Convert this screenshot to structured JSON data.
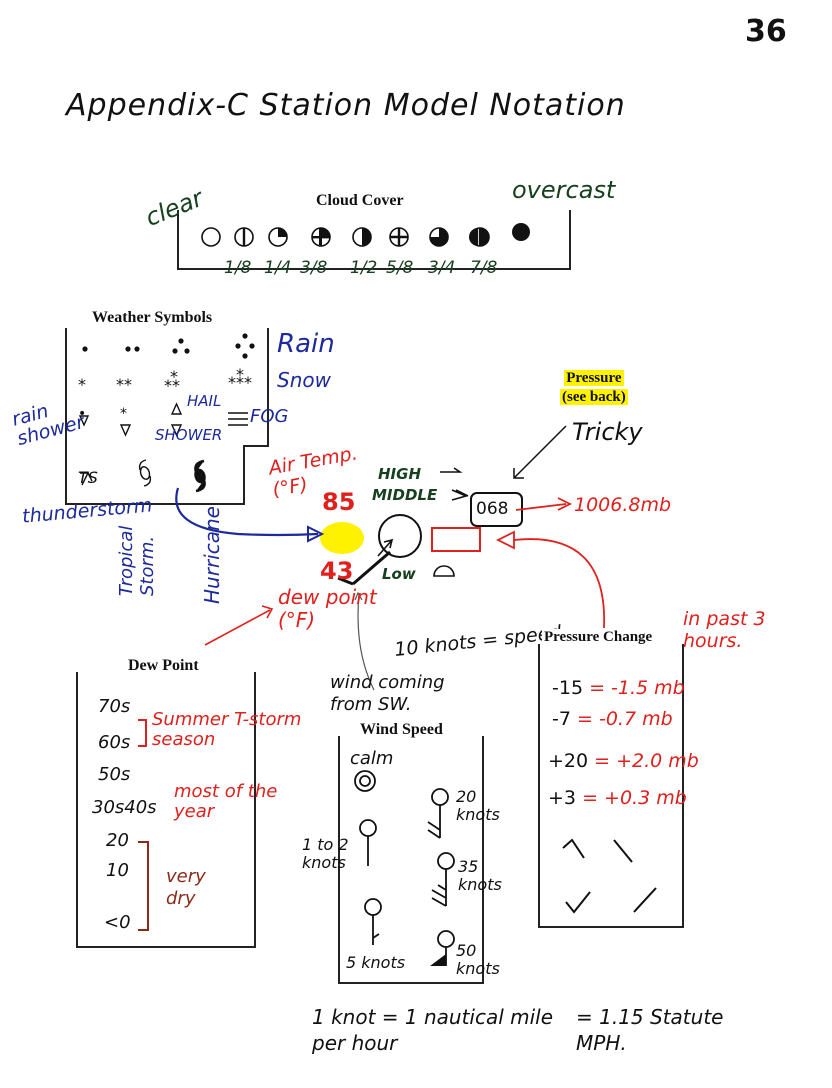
{
  "page_number": "36",
  "title": "Appendix-C Station Model Notation",
  "cloud_cover": {
    "heading": "Cloud Cover",
    "left_label": "clear",
    "right_label": "overcast",
    "fractions": [
      "1/8",
      "1/4",
      "3/8",
      "1/2",
      "5/8",
      "3/4",
      "7/8"
    ]
  },
  "weather_symbols": {
    "heading": "Weather Symbols",
    "rain": "Rain",
    "snow": "Snow",
    "rain_shower": "rain shower",
    "hail": "HAIL",
    "shower": "SHOWER",
    "fog": "FOG",
    "ts_code": "TS",
    "thunderstorm": "thunderstorm",
    "tropical_storm": "Tropical Storm.",
    "hurricane": "Hurricane"
  },
  "station": {
    "air_temp_label": "Air Temp. (°F)",
    "temp_value": "85",
    "dew_value": "43",
    "dew_label": "dew point (°F)",
    "high": "HIGH",
    "middle": "MIDDLE",
    "low": "Low",
    "pressure_heading": "Pressure",
    "pressure_sub": "(see back)",
    "tricky": "Tricky",
    "pressure_code": "068",
    "pressure_value": "1006.8mb",
    "speed_note": "10 knots = speed.",
    "wind_note": "wind coming from SW."
  },
  "pressure_change": {
    "heading": "Pressure Change",
    "in_past": "in past 3 hours.",
    "rows": [
      {
        "code": "-15",
        "eq": "= -1.5 mb"
      },
      {
        "code": "-7",
        "eq": "= -0.7 mb"
      },
      {
        "code": "+20",
        "eq": "= +2.0 mb"
      },
      {
        "code": "+3",
        "eq": "= +0.3 mb"
      }
    ]
  },
  "dew_point": {
    "heading": "Dew Point",
    "rows": [
      "70s",
      "60s",
      "50s",
      "30s40s",
      "20",
      "10",
      "<0"
    ],
    "summer": "Summer T-storm season",
    "most": "most of the year",
    "dry": "very dry"
  },
  "wind_speed": {
    "heading": "Wind Speed",
    "calm": "calm",
    "k12": "1 to 2 knots",
    "k5": "5 knots",
    "k20": "20 knots",
    "k35": "35 knots",
    "k50": "50 knots"
  },
  "footer": {
    "line1": "1 knot = 1 nautical mile per hour",
    "line2": "= 1.15 Statute MPH."
  },
  "colors": {
    "red": "#e0201c",
    "blue": "#1d2a9c",
    "green": "#17401f",
    "highlight": "#fff200"
  }
}
